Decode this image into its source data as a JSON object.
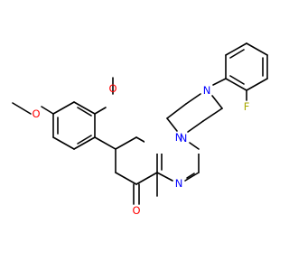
{
  "colors": {
    "background": "#ffffff",
    "bond": "#000000",
    "oxygen": "#ff0000",
    "nitrogen": "#0000ff",
    "fluorine": "#a8a800"
  },
  "atoms": {
    "O_top": "O",
    "O_left": "O",
    "O_carbonyl": "O",
    "N_pip_top": "N",
    "N_pip_bottom": "N",
    "N_ring_top": "N",
    "N_ring_bottom": "N",
    "F": "F"
  }
}
